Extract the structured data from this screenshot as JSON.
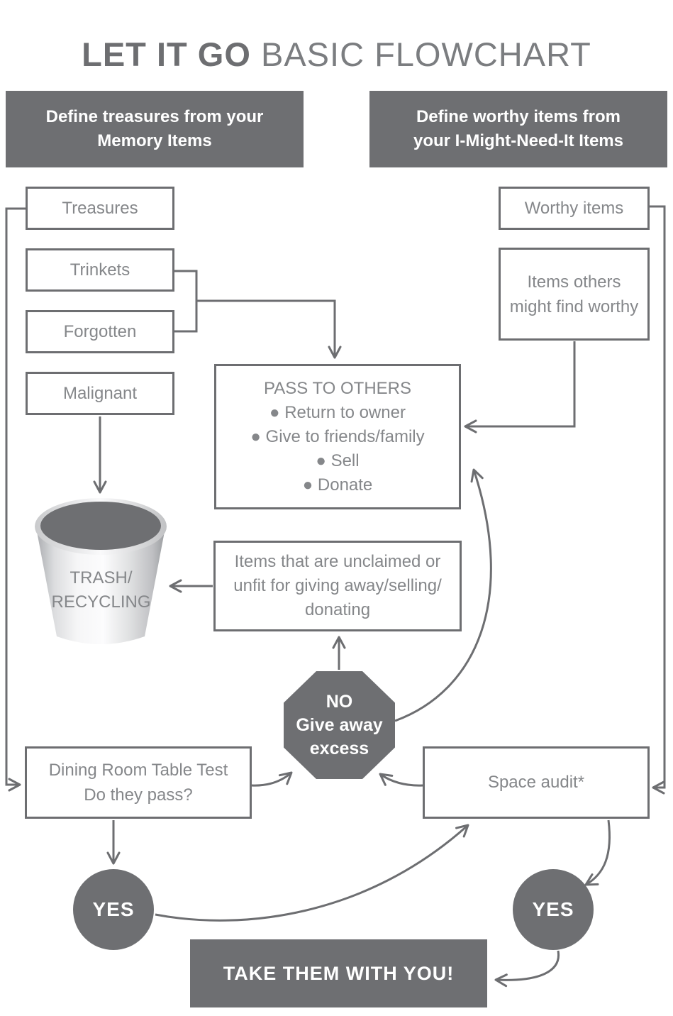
{
  "title": {
    "bold": "LET IT GO",
    "light": " BASIC FLOWCHART"
  },
  "colors": {
    "solid_gray": "#6e6f72",
    "line_gray": "#6d6e71",
    "label_gray": "#85878a",
    "white": "#ffffff"
  },
  "headers": {
    "left": {
      "line1": "Define treasures from your",
      "line2": "Memory Items"
    },
    "right": {
      "line1": "Define worthy items from",
      "line2": "your I-Might-Need-It Items"
    }
  },
  "memory_column": {
    "treasures": "Treasures",
    "trinkets": "Trinkets",
    "forgotten": "Forgotten",
    "malignant": "Malignant"
  },
  "worthy_column": {
    "worthy_items": "Worthy items",
    "others_worthy": "Items others might find worthy"
  },
  "pass_box": {
    "title": "PASS TO OTHERS",
    "items": [
      "● Return to owner",
      "● Give to friends/family",
      "● Sell",
      "● Donate"
    ]
  },
  "trash": {
    "line1": "TRASH/",
    "line2": "RECYCLING"
  },
  "unclaimed_box": {
    "label": "Items that are unclaimed or unfit for giving away/selling/ donating"
  },
  "octagon": {
    "line1": "NO",
    "line2": "Give away",
    "line3": "excess"
  },
  "dining_box": {
    "line1": "Dining Room Table Test",
    "line2": "Do they pass?"
  },
  "space_audit_box": {
    "label": "Space audit*"
  },
  "yes_left": "YES",
  "yes_right": "YES",
  "take_box": {
    "label": "TAKE THEM WITH YOU!"
  }
}
